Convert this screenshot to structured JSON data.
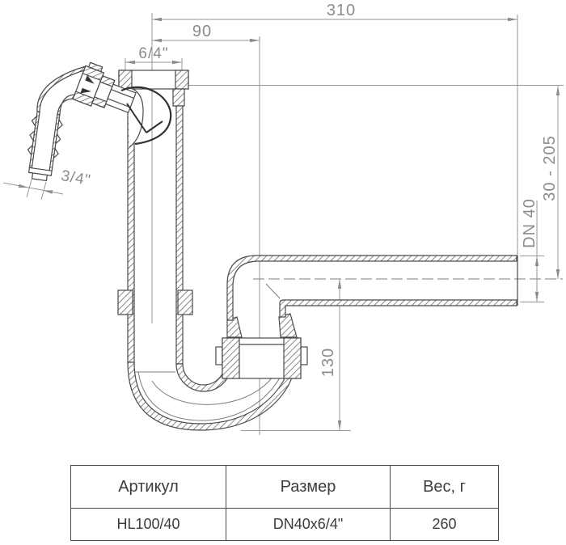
{
  "drawing": {
    "title": "siphon-cross-section",
    "dimensions": {
      "total_length": "310",
      "outlet_offset": "90",
      "inlet_nut_size": "6/4\"",
      "hose_barb_size": "3/4\"",
      "height_range": "30 - 205",
      "pipe_diameter": "DN 40",
      "trap_depth": "130"
    }
  },
  "table": {
    "headers": {
      "article": "Артикул",
      "size": "Размер",
      "weight": "Вес, г"
    },
    "row": {
      "article": "HL100/40",
      "size": "DN40x6/4\"",
      "weight": "260"
    }
  }
}
